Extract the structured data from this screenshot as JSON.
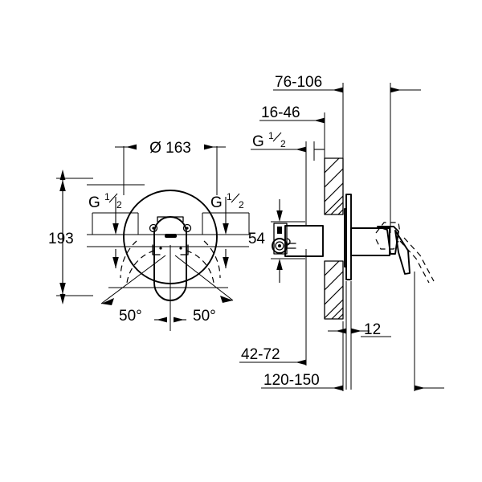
{
  "drawing": {
    "title": "Concealed single-lever mixer installation drawing",
    "units": "mm",
    "line_color": "#000000",
    "background_color": "#ffffff",
    "views": [
      {
        "name": "front-view",
        "label": ""
      },
      {
        "name": "side-section-view",
        "label": ""
      }
    ]
  },
  "front_view": {
    "dimensions": {
      "diameter": "Ø 163",
      "height": "193",
      "inlet_left": "G",
      "inlet_left_frac_num": "1",
      "inlet_left_frac_den": "2",
      "inlet_right": "G",
      "inlet_right_frac_num": "1",
      "inlet_right_frac_den": "2",
      "angle_left": "50°",
      "angle_right": "50°"
    }
  },
  "side_view": {
    "dimensions": {
      "top_range": "76-106",
      "second_range": "16-46",
      "connection": "G",
      "connection_frac_num": "1",
      "connection_frac_den": "2",
      "valve_height": "54",
      "plate_thickness": "12",
      "lower_range": "42-72",
      "bottom_range": "120-150"
    }
  }
}
